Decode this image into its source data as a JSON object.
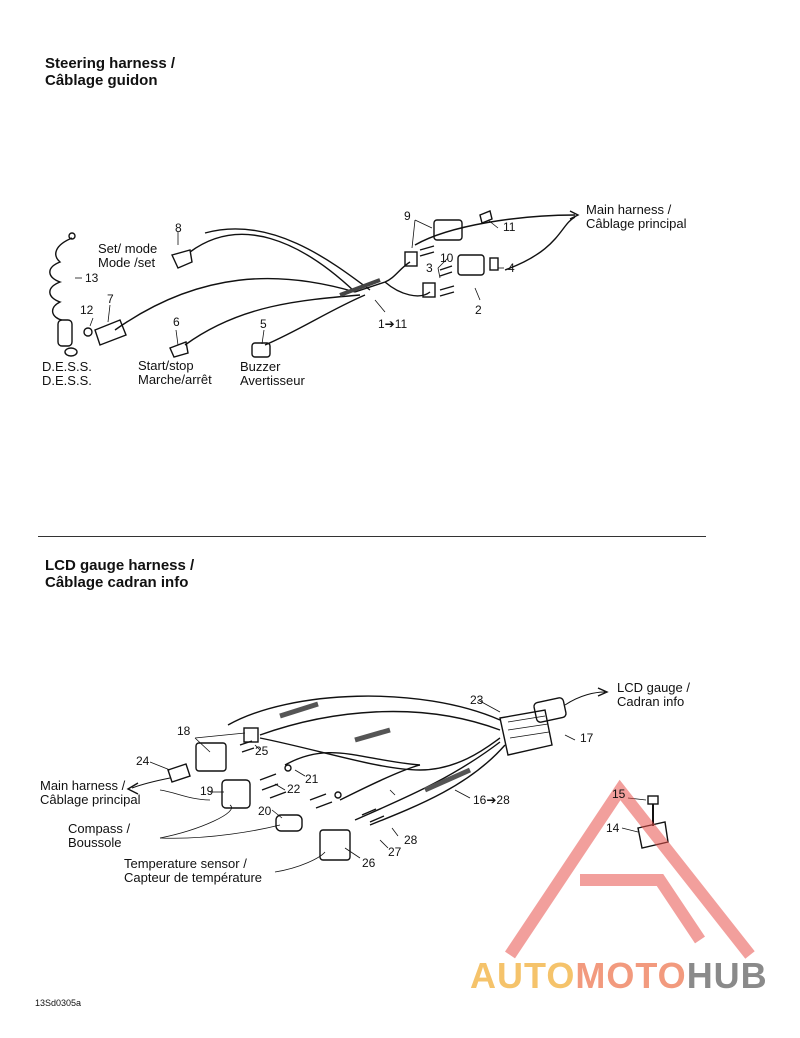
{
  "section1": {
    "title_line1": "Steering harness /",
    "title_line2": "Câblage guidon",
    "labels": {
      "set_mode_1": "Set/ mode",
      "set_mode_2": "Mode /set",
      "dess_1": "D.E.S.S.",
      "dess_2": "D.E.S.S.",
      "start_1": "Start/stop",
      "start_2": "Marche/arrêt",
      "buzzer_1": "Buzzer",
      "buzzer_2": "Avertisseur",
      "main_1": "Main harness  /",
      "main_2": "Câblage principal"
    },
    "callouts": {
      "n1_11": "1➔11",
      "n2": "2",
      "n3": "3",
      "n4": "4",
      "n5": "5",
      "n6": "6",
      "n7": "7",
      "n8": "8",
      "n9": "9",
      "n10": "10",
      "n11": "11",
      "n12": "12",
      "n13": "13"
    }
  },
  "section2": {
    "title_line1": "LCD gauge harness /",
    "title_line2": "Câblage cadran info",
    "labels": {
      "lcd_1": "LCD gauge /",
      "lcd_2": "Cadran info",
      "main_1": "Main harness /",
      "main_2": "Câblage principal",
      "compass_1": "Compass /",
      "compass_2": "Boussole",
      "temp_1": "Temperature sensor /",
      "temp_2": "Capteur de température"
    },
    "callouts": {
      "n14": "14",
      "n15": "15",
      "n16_28": "16➔28",
      "n17": "17",
      "n18": "18",
      "n19": "19",
      "n20": "20",
      "n21": "21",
      "n22": "22",
      "n23": "23",
      "n24": "24",
      "n25": "25",
      "n26": "26",
      "n27": "27",
      "n28": "28"
    }
  },
  "footer": {
    "code": "13Sd0305a"
  },
  "watermark": {
    "part1": "AUTO",
    "part2": "MOTO",
    "part3": "HUB"
  },
  "colors": {
    "line": "#111111",
    "watermark_red": "#e8504a",
    "watermark_orange": "#f5c36b",
    "watermark_gray": "#8a8a8a"
  }
}
